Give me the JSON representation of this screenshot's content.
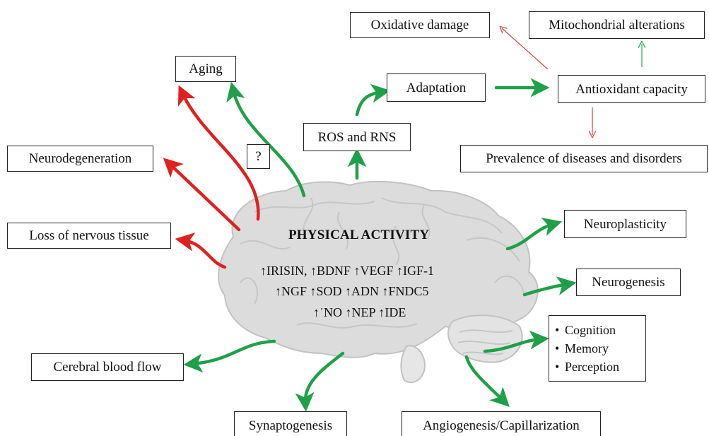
{
  "center": {
    "title": "PHYSICAL ACTIVITY",
    "factors_line1": "↑IRISIN, ↑BDNF ↑VEGF ↑IGF-1",
    "factors_line2": "↑NGF ↑SOD ↑ADN ↑FNDC5",
    "factors_line3": "↑˙NO ↑NEP ↑IDE"
  },
  "boxes": {
    "oxidative_damage": "Oxidative damage",
    "mitochondrial_alterations": "Mitochondrial alterations",
    "aging": "Aging",
    "adaptation": "Adaptation",
    "antioxidant_capacity": "Antioxidant capacity",
    "ros_rns": "ROS and RNS",
    "question": "?",
    "neurodegeneration": "Neurodegeneration",
    "prevalence": "Prevalence of diseases and disorders",
    "loss_tissue": "Loss of nervous tissue",
    "neuroplasticity": "Neuroplasticity",
    "neurogenesis": "Neurogenesis",
    "cerebral_blood_flow": "Cerebral blood flow",
    "synaptogenesis": "Synaptogenesis",
    "angiogenesis": "Angiogenesis/Capillarization"
  },
  "cognitive_list": {
    "bullet": "•",
    "items": [
      "Cognition",
      "Memory",
      "Perception"
    ]
  },
  "colors": {
    "positive": "#1fa048",
    "negative": "#e0201f",
    "thin_positive": "#2db55d",
    "thin_negative": "#e24b4b",
    "brain_fill": "#d9d9d9",
    "brain_line": "#c4c4c4"
  }
}
